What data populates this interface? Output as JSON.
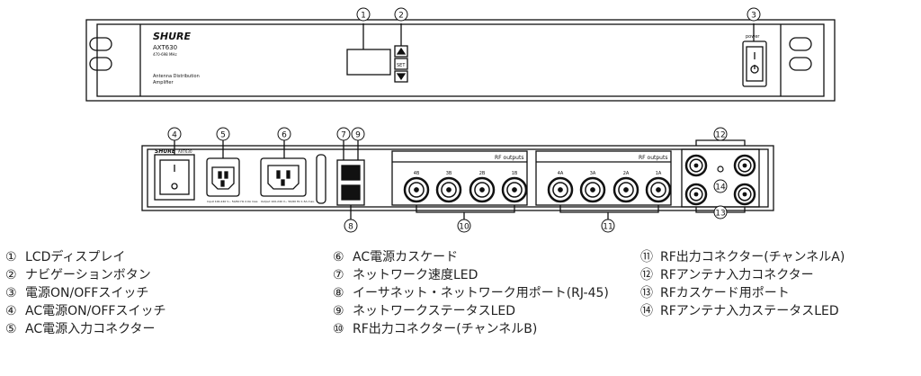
{
  "front_panel": {
    "brand": "SHURE",
    "model": "AXT630",
    "model_sub": "470-698 MHz",
    "description_line1": "Antenna Distribution",
    "description_line2": "Amplifier",
    "set_label": "SET",
    "power_label": "power"
  },
  "rear_panel": {
    "brand": "SHURE",
    "model": "AXT630",
    "rf_outputs_label_b": "RF outputs",
    "rf_outputs_label_a": "RF outputs",
    "connectors_b": [
      "4B",
      "3B",
      "2B",
      "1B"
    ],
    "connectors_a": [
      "4A",
      "3A",
      "2A",
      "1A"
    ],
    "power_in_text": "Input 100-240 V~ 50/60 Hz 2.0A max.",
    "power_out_text": "Output 100-240 V~ 50/60 Hz 1.5A max."
  },
  "callouts": [
    "①",
    "②",
    "③",
    "④",
    "⑤",
    "⑥",
    "⑦",
    "⑧",
    "⑨",
    "⑩",
    "⑪",
    "⑫",
    "⑬",
    "⑭"
  ],
  "legend": {
    "col1": [
      {
        "num": "①",
        "text": "LCDディスプレイ"
      },
      {
        "num": "②",
        "text": "ナビゲーションボタン"
      },
      {
        "num": "③",
        "text": "電源ON/OFFスイッチ"
      },
      {
        "num": "④",
        "text": "AC電源ON/OFFスイッチ"
      },
      {
        "num": "⑤",
        "text": "AC電源入力コネクター"
      }
    ],
    "col2": [
      {
        "num": "⑥",
        "text": "AC電源カスケード"
      },
      {
        "num": "⑦",
        "text": "ネットワーク速度LED"
      },
      {
        "num": "⑧",
        "text": "イーサネット・ネットワーク用ポート(RJ-45)"
      },
      {
        "num": "⑨",
        "text": "ネットワークステータスLED"
      },
      {
        "num": "⑩",
        "text": "RF出力コネクター(チャンネルB)"
      }
    ],
    "col3": [
      {
        "num": "⑪",
        "text": "RF出力コネクター(チャンネルA)"
      },
      {
        "num": "⑫",
        "text": "RFアンテナ入力コネクター"
      },
      {
        "num": "⑬",
        "text": "RFカスケード用ポート"
      },
      {
        "num": "⑭",
        "text": "RFアンテナ入力ステータスLED"
      }
    ]
  }
}
